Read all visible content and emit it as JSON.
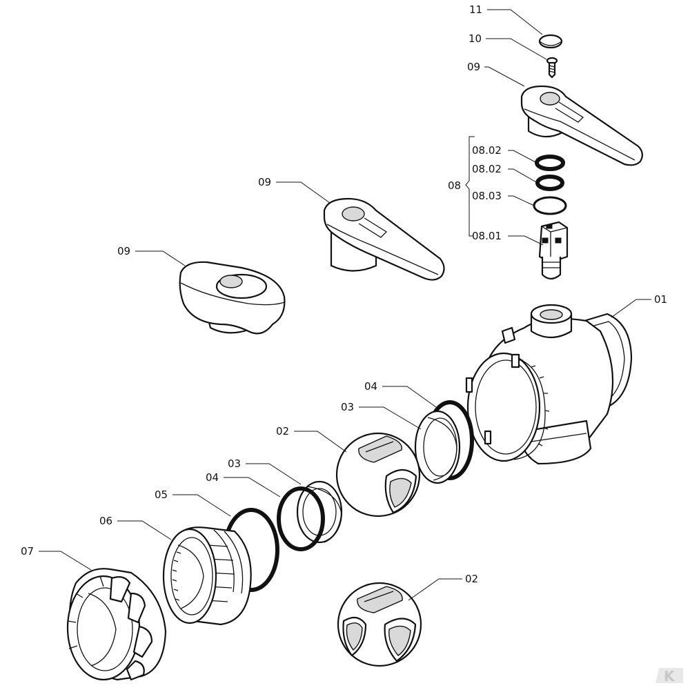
{
  "callouts": {
    "c01": "01",
    "c02a": "02",
    "c02b": "02",
    "c03a": "03",
    "c03b": "03",
    "c04a": "04",
    "c04b": "04",
    "c05": "05",
    "c06": "06",
    "c07": "07",
    "c08": "08",
    "c0801": "08.01",
    "c0802a": "08.02",
    "c0802b": "08.02",
    "c0803": "08.03",
    "c09a": "09",
    "c09b": "09",
    "c09c": "09",
    "c10": "10",
    "c11": "11"
  },
  "logo": {
    "text": "K",
    "color": "#c8c8c8"
  }
}
